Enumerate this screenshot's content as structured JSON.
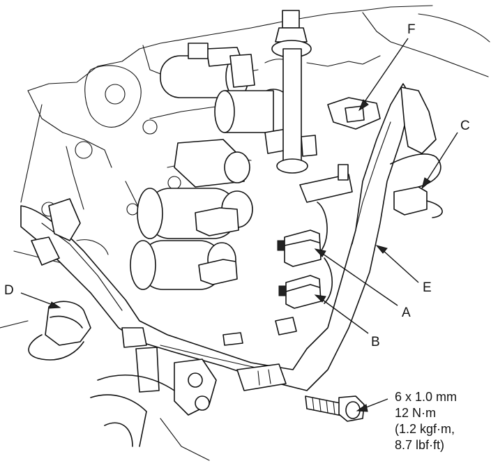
{
  "callouts": {
    "a": "A",
    "b": "B",
    "c": "C",
    "d": "D",
    "e": "E",
    "f": "F"
  },
  "bolt_spec": {
    "line1": "6 x 1.0 mm",
    "line2": "12 N·m",
    "line3": "(1.2 kgf·m,",
    "line4": "8.7 lbf·ft)"
  }
}
